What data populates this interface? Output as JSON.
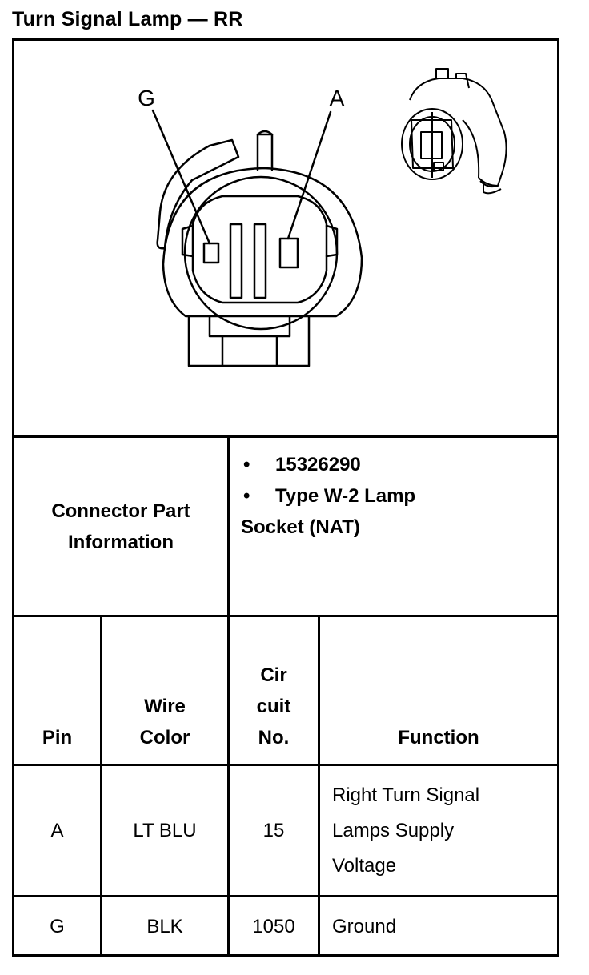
{
  "title": "Turn Signal Lamp — RR",
  "diagram": {
    "pin_labels": [
      "G",
      "A"
    ]
  },
  "connector_info": {
    "label_line1": "Connector Part",
    "label_line2": "Information",
    "bullet_symbol": "•",
    "part_number": "15326290",
    "type_line1": "Type W-2 Lamp",
    "type_line2": "Socket (NAT)"
  },
  "table": {
    "headers": {
      "pin": "Pin",
      "wire_line1": "Wire",
      "wire_line2": "Color",
      "circuit_line1": "Cir",
      "circuit_line2": "cuit",
      "circuit_line3": "No.",
      "function": "Function"
    },
    "rows": [
      {
        "pin": "A",
        "wire_color": "LT BLU",
        "circuit": "15",
        "function_line1": "Right Turn Signal",
        "function_line2": "Lamps Supply",
        "function_line3": "Voltage"
      },
      {
        "pin": "G",
        "wire_color": "BLK",
        "circuit": "1050",
        "function_line1": "Ground"
      }
    ]
  }
}
